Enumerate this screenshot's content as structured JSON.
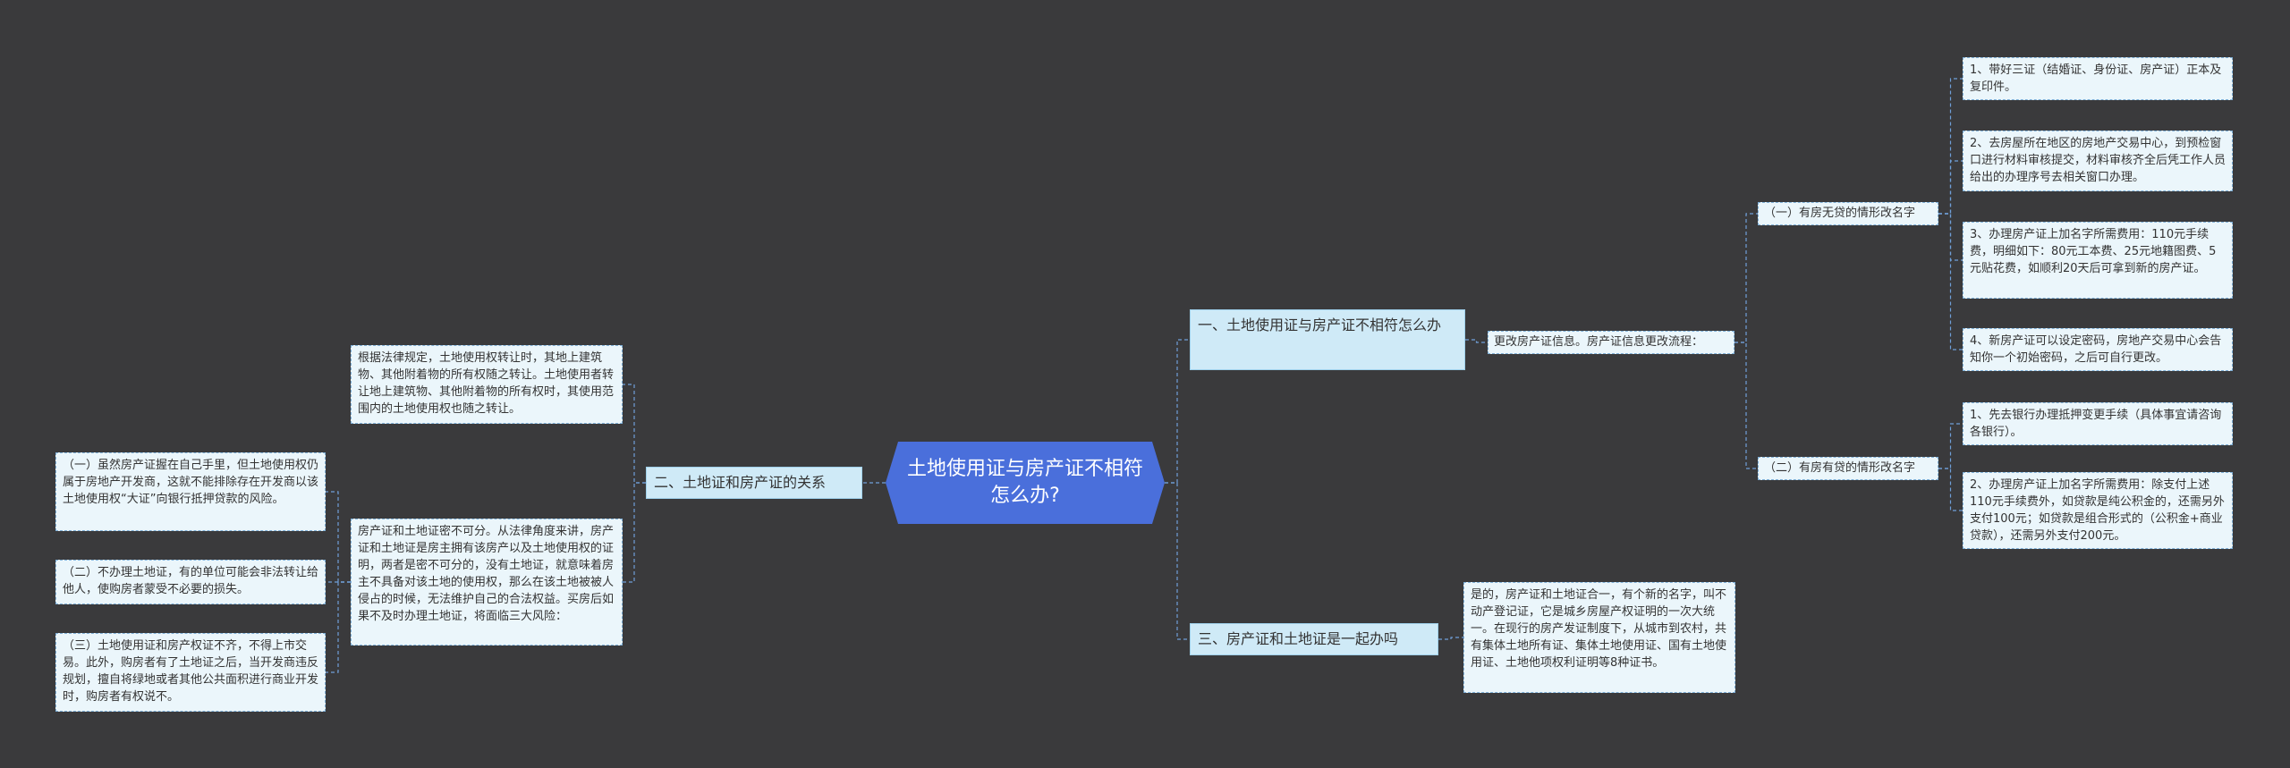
{
  "mindmap": {
    "root": "土地使用证与房产证不相符怎么办?",
    "branch1": {
      "title": "一、土地使用证与房产证不相符怎么办",
      "connector": "更改房产证信息。房产证信息更改流程：",
      "case1": {
        "label": "（一）有房无贷的情形改名字",
        "steps": [
          "1、带好三证（结婚证、身份证、房产证）正本及复印件。",
          "2、去房屋所在地区的房地产交易中心，到预检窗口进行材料审核提交，材料审核齐全后凭工作人员给出的办理序号去相关窗口办理。",
          "3、办理房产证上加名字所需费用：110元手续费，明细如下：80元工本费、25元地籍图费、5元贴花费，如顺利20天后可拿到新的房产证。",
          "4、新房产证可以设定密码，房地产交易中心会告知你一个初始密码，之后可自行更改。"
        ]
      },
      "case2": {
        "label": "（二）有房有贷的情形改名字",
        "steps": [
          "1、先去银行办理抵押变更手续（具体事宜请咨询各银行）。",
          "2、办理房产证上加名字所需费用：除支付上述110元手续费外，如贷款是纯公积金的，还需另外支付100元；如贷款是组合形式的（公积金+商业贷款），还需另外支付200元。"
        ]
      }
    },
    "branch3": {
      "title": "三、房产证和土地证是一起办吗",
      "answer": "是的，房产证和土地证合一，有个新的名字，叫不动产登记证，它是城乡房屋产权证明的一次大统一。在现行的房产发证制度下，从城市到农村，共有集体土地所有证、集体土地使用证、国有土地使用证、土地他项权利证明等8种证书。"
    },
    "branch2": {
      "title": "二、土地证和房产证的关系",
      "law_note": "根据法律规定，土地使用权转让时，其地上建筑物、其他附着物的所有权随之转让。土地使用者转让地上建筑物、其他附着物的所有权时，其使用范围内的土地使用权也随之转让。",
      "relation_note": "房产证和土地证密不可分。从法律角度来讲，房产证和土地证是房主拥有该房产以及土地使用权的证明，两者是密不可分的，没有土地证，就意味着房主不具备对该土地的使用权，那么在该土地被被人侵占的时候，无法维护自己的合法权益。买房后如果不及时办理土地证，将面临三大风险：",
      "risks": [
        "（一）虽然房产证握在自己手里，但土地使用权仍属于房地产开发商，这就不能排除存在开发商以该土地使用权“大证”向银行抵押贷款的风险。",
        "（二）不办理土地证，有的单位可能会非法转让给他人，使购房者蒙受不必要的损失。",
        "（三）土地使用证和房产权证不齐，不得上市交易。此外，购房者有了土地证之后，当开发商违反规划，擅自将绿地或者其他公共面积进行商业开发时，购房者有权说不。"
      ]
    },
    "colors": {
      "background": "#3a3a3c",
      "root": "#4a6fdb",
      "line": "#6f9fd8"
    }
  }
}
